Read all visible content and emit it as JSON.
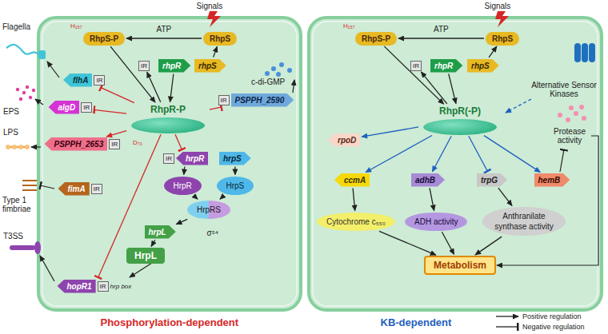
{
  "diagram": {
    "nodes": [
      {
        "text": [
          "RhpS-P"
        ]
      },
      {
        "text": [
          "RhpS"
        ]
      },
      {
        "text": [
          "IR"
        ]
      },
      {
        "text": [
          "rhpR"
        ]
      },
      {
        "text": [
          "rhpS"
        ]
      },
      {
        "text": [
          "flhA",
          "IR"
        ]
      },
      {
        "text": [
          "algD",
          "IR"
        ]
      },
      {
        "text": [
          "PSPPH_2653",
          "IR"
        ]
      },
      {
        "text": [
          "fimA",
          "IR"
        ]
      },
      {
        "text": [
          "RhpR-P"
        ]
      },
      {
        "text": [
          "IR",
          "PSPPH_2590"
        ]
      },
      {
        "text": [
          "IR",
          "hrpR"
        ]
      },
      {
        "text": [
          "hrpS"
        ]
      },
      {
        "text": [
          "HrpS"
        ]
      },
      {
        "text": [
          "HrpR"
        ]
      },
      {
        "text": [
          "HrpRS"
        ]
      },
      {
        "text": [
          "hrpL"
        ]
      },
      {
        "text": [
          "HrpL"
        ]
      },
      {
        "text": [
          "hopR1",
          "IR",
          "hrp box"
        ]
      },
      {
        "text": [
          "RhpS-P"
        ]
      },
      {
        "text": [
          "RhpS"
        ]
      },
      {
        "text": [
          "IR"
        ]
      },
      {
        "text": [
          "rhpR"
        ]
      },
      {
        "text": [
          "rhpS"
        ]
      },
      {
        "text": [
          "RhpR(-P)"
        ]
      },
      {
        "text": [
          "rpoD"
        ]
      },
      {
        "text": [
          "ccmA"
        ]
      },
      {
        "text": [
          "adhB"
        ]
      },
      {
        "text": [
          "trpG"
        ]
      },
      {
        "text": [
          "hemB"
        ]
      },
      {
        "text": [
          "Cytochrome c₅₅₀"
        ]
      },
      {
        "text": [
          "ADH activity"
        ]
      },
      {
        "text": [
          "Anthranilate synthase activity"
        ]
      },
      {
        "text": [
          "Metabolism"
        ]
      }
    ],
    "edges": [
      {
        "from": 1,
        "to": 0,
        "arrow": "to",
        "label": "ATP"
      },
      {
        "from": 4,
        "to": 1,
        "arrow": "to"
      },
      {
        "from": 0,
        "to": 9,
        "arrow": "to"
      },
      {
        "from": 3,
        "to": 9,
        "arrow": "to"
      },
      {
        "from": 9,
        "to": 2,
        "arrow": "to"
      },
      {
        "from": 9,
        "to": 5,
        "arrow": "to"
      },
      {
        "from": 9,
        "to": 6,
        "arrow": "to"
      },
      {
        "from": 9,
        "to": 7,
        "arrow": "to"
      },
      {
        "from": 9,
        "to": 10,
        "arrow": "to"
      },
      {
        "from": 9,
        "to": 11,
        "arrow": "to"
      },
      {
        "from": 9,
        "to": 18,
        "arrow": "to"
      },
      {
        "from": 11,
        "to": 14,
        "arrow": "to"
      },
      {
        "from": 12,
        "to": 13,
        "arrow": "to"
      },
      {
        "from": 13,
        "to": 15,
        "arrow": "to"
      },
      {
        "from": 14,
        "to": 15,
        "arrow": "to"
      },
      {
        "from": 15,
        "to": 16,
        "arrow": "to"
      },
      {
        "from": 16,
        "to": 17,
        "arrow": "to"
      },
      {
        "from": 20,
        "to": 19,
        "arrow": "to",
        "label": "ATP"
      },
      {
        "from": 23,
        "to": 20,
        "arrow": "to"
      },
      {
        "from": 19,
        "to": 24,
        "arrow": "to"
      },
      {
        "from": 22,
        "to": 24,
        "arrow": "to"
      },
      {
        "from": 24,
        "to": 21,
        "arrow": "to"
      },
      {
        "from": 24,
        "to": 25,
        "arrow": "to"
      },
      {
        "from": 24,
        "to": 26,
        "arrow": "to"
      },
      {
        "from": 24,
        "to": 27,
        "arrow": "to"
      },
      {
        "from": 24,
        "to": 28,
        "arrow": "to"
      },
      {
        "from": 24,
        "to": 29,
        "arrow": "to"
      },
      {
        "from": 26,
        "to": 30,
        "arrow": "to"
      },
      {
        "from": 27,
        "to": 31,
        "arrow": "to"
      },
      {
        "from": 28,
        "to": 32,
        "arrow": "to"
      },
      {
        "from": 30,
        "to": 33,
        "arrow": "to"
      },
      {
        "from": 31,
        "to": 33,
        "arrow": "to"
      },
      {
        "from": 32,
        "to": 33,
        "arrow": "to"
      }
    ],
    "labels": [
      "Signals",
      "H₁₅₇",
      "Flagella",
      "EPS",
      "LPS",
      "Type 1 fimbriae",
      "T3SS",
      "D₇₀",
      "c-di-GMP",
      "σ⁵⁴",
      "Phosphorylation-dependent",
      "Signals",
      "H₁₅₇",
      "Alternative Sensor Kinases",
      "Protease activity",
      "KB-dependent"
    ],
    "legend": [
      {
        "text": "Positive regulation"
      },
      {
        "text": "Negative regulation"
      }
    ]
  }
}
